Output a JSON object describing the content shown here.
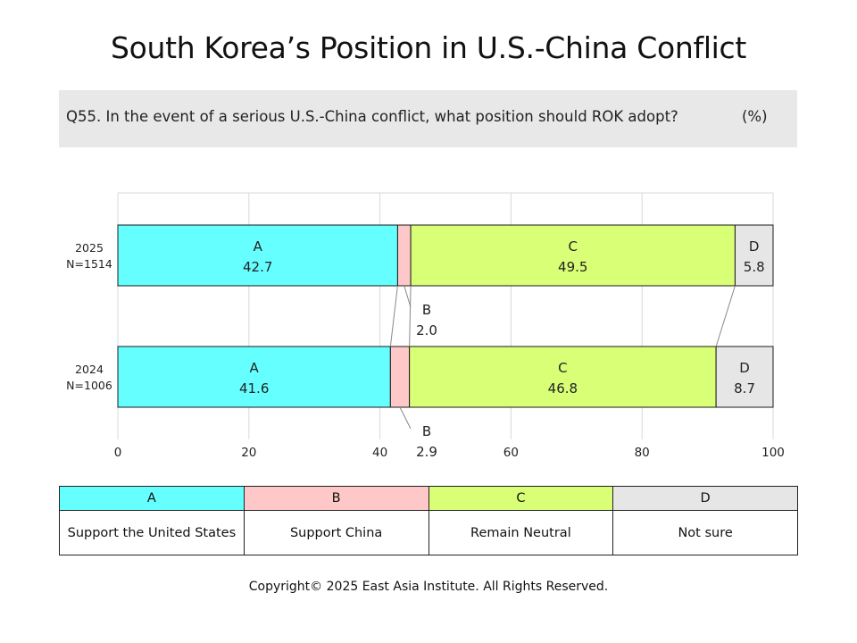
{
  "title": "South Korea’s Position in U.S.-China Conflict",
  "question": "Q55. In the event of a serious U.S.-China conflict, what position should ROK adopt?",
  "unit": "(%)",
  "colors": {
    "A": "#66ffff",
    "B": "#ffc8c8",
    "C": "#d9ff77",
    "D": "#e6e6e6"
  },
  "chart_data": {
    "type": "bar",
    "orientation": "horizontal",
    "stacked": true,
    "x_ticks": [
      "0",
      "20",
      "40",
      "60",
      "80",
      "100"
    ],
    "xlim": [
      0,
      100
    ],
    "grid": true,
    "rows": [
      {
        "year": "2025",
        "n": "N=1514",
        "segments": [
          {
            "key": "A",
            "value": 42.7,
            "label": "42.7"
          },
          {
            "key": "B",
            "value": 2.0,
            "label": "2.0"
          },
          {
            "key": "C",
            "value": 49.5,
            "label": "49.5"
          },
          {
            "key": "D",
            "value": 5.8,
            "label": "5.8"
          }
        ]
      },
      {
        "year": "2024",
        "n": "N=1006",
        "segments": [
          {
            "key": "A",
            "value": 41.6,
            "label": "41.6"
          },
          {
            "key": "B",
            "value": 2.9,
            "label": "2.9"
          },
          {
            "key": "C",
            "value": 46.8,
            "label": "46.8"
          },
          {
            "key": "D",
            "value": 8.7,
            "label": "8.7"
          }
        ]
      }
    ]
  },
  "legend": [
    {
      "key": "A",
      "label": "Support the United States"
    },
    {
      "key": "B",
      "label": "Support China"
    },
    {
      "key": "C",
      "label": "Remain Neutral"
    },
    {
      "key": "D",
      "label": "Not sure"
    }
  ],
  "footer": "Copyright© 2025 East Asia Institute. All Rights Reserved."
}
